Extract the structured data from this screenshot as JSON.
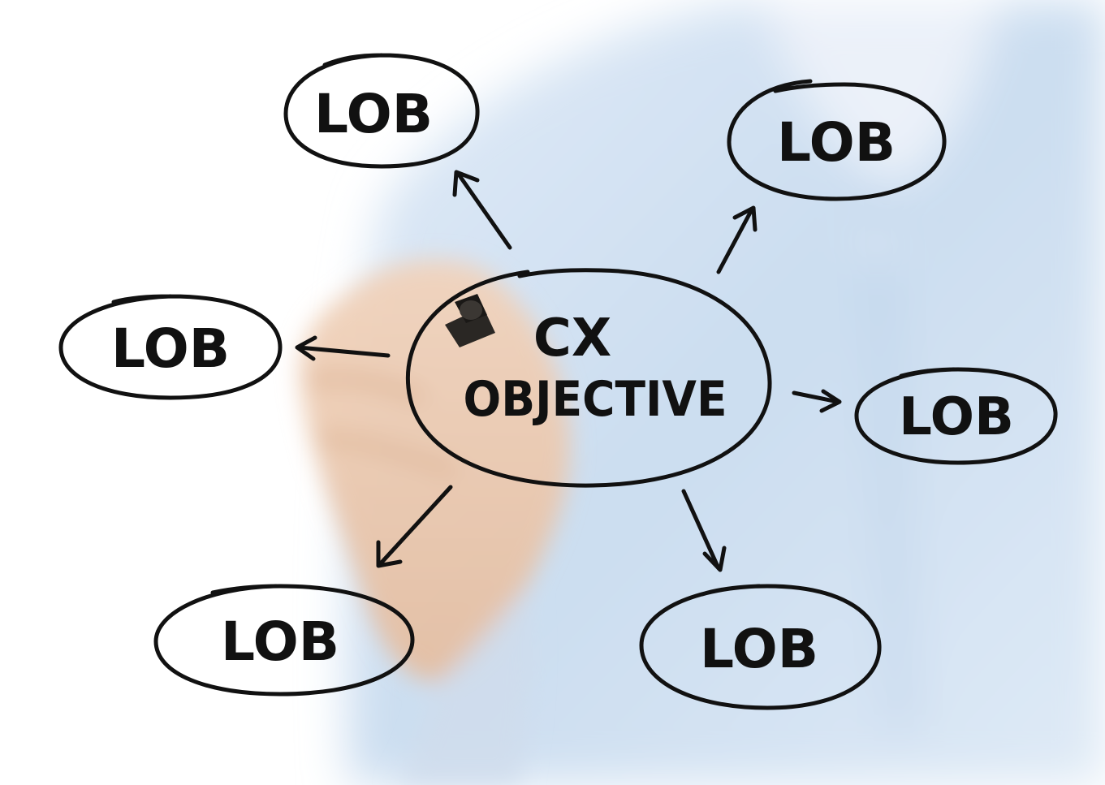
{
  "diagram": {
    "center": {
      "line1": "CX",
      "line2": "OBJECTIVE"
    },
    "nodes": [
      {
        "label": "LOB"
      },
      {
        "label": "LOB"
      },
      {
        "label": "LOB"
      },
      {
        "label": "LOB"
      },
      {
        "label": "LOB"
      },
      {
        "label": "LOB"
      }
    ]
  },
  "colors": {
    "ink": "#111111",
    "shirt": "#cfe0f3",
    "skin": "#e8c3a6",
    "background": "#ffffff"
  },
  "icons": {
    "marker": "marker-pen-icon"
  }
}
